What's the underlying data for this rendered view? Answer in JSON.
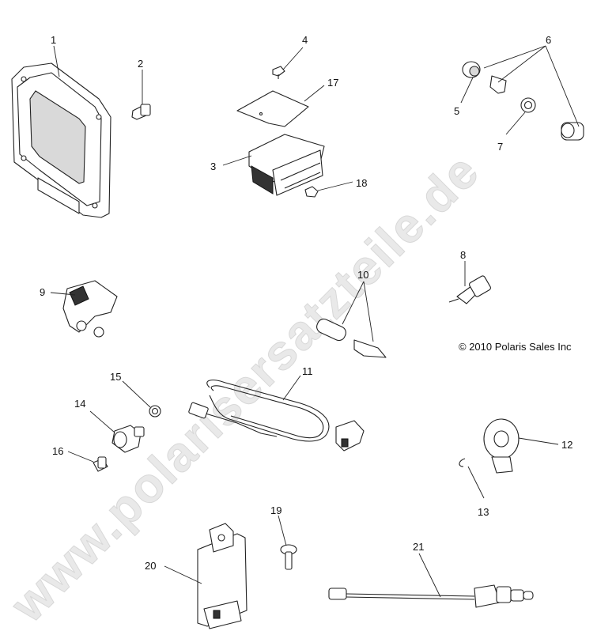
{
  "watermark": "www.polarisersatzteile.de",
  "copyright": "© 2010 Polaris Sales Inc",
  "callouts": {
    "c1": "1",
    "c2": "2",
    "c3": "3",
    "c4": "4",
    "c5": "5",
    "c6": "6",
    "c7": "7",
    "c8": "8",
    "c9": "9",
    "c10": "10",
    "c11": "11",
    "c12": "12",
    "c13": "13",
    "c14": "14",
    "c15": "15",
    "c16": "16",
    "c17": "17",
    "c18": "18",
    "c19": "19",
    "c20": "20",
    "c21": "21"
  }
}
